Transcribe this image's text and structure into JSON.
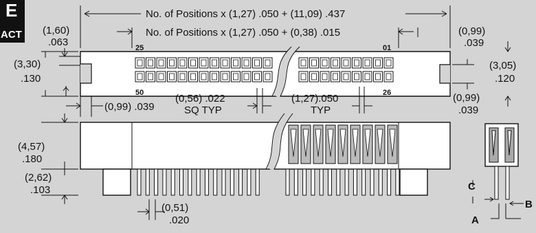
{
  "logo": {
    "top_text": "E",
    "bottom_text": "ACT"
  },
  "dims": {
    "overall_length": "No. of Positions x (1,27) .050  + (11,09) .437",
    "inner_length": "No. of Positions x (1,27) .050 + (0,38) .015",
    "left_offset_mm": "(1,60)",
    "left_offset_in": ".063",
    "right_offset_mm": "(0,99)",
    "right_offset_in": ".039",
    "height_left_mm": "(3,30)",
    "height_left_in": ".130",
    "height_right_mm": "(3,05)",
    "height_right_in": ".120",
    "right_bottom_mm": "(0,99)",
    "right_bottom_in": ".039",
    "left_bottom": "(0,99) .039",
    "pin_sq_mm_in": "(0,56) .022",
    "pin_sq_note": "SQ TYP",
    "pitch_mm_in": "(1,27).050",
    "pitch_note": "TYP",
    "body_height_mm": "(4,57)",
    "body_height_in": ".180",
    "tail_mm": "(2,62)",
    "tail_in": ".103",
    "pin_width_mm": "(0,51)",
    "pin_width_in": ".020"
  },
  "position_labels": {
    "top_left": "25",
    "top_right": "01",
    "bottom_left": "50",
    "bottom_right": "26"
  },
  "side_view_labels": {
    "a": "A",
    "b": "B",
    "c": "C"
  }
}
